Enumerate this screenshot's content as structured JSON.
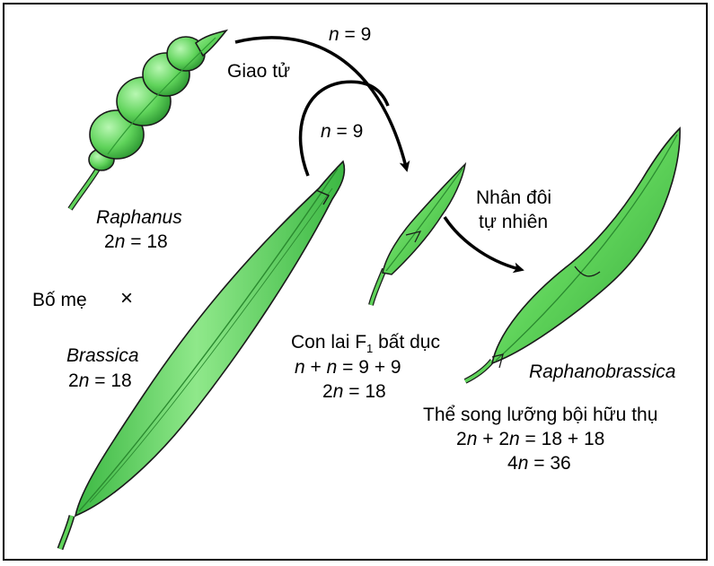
{
  "labels": {
    "gametes": "Giao tử",
    "n_top": "n = 9",
    "n_mid": "n = 9",
    "raphanus_name": "Raphanus",
    "raphanus_ploidy": "2n = 18",
    "parents": "Bố mẹ",
    "cross_symbol": "×",
    "brassica_name": "Brassica",
    "brassica_ploidy": "2n = 18",
    "hybrid_title_pre": "Con lai F",
    "hybrid_title_sub": "1",
    "hybrid_title_post": " bất dục",
    "hybrid_sum": "n + n = 9 + 9",
    "hybrid_ploidy": "2n = 18",
    "doubling_line1": "Nhân đôi",
    "doubling_line2": "tự nhiên",
    "allo_name": "Raphanobrassica",
    "allo_desc": "Thể song lưỡng bội hữu thụ",
    "allo_sum": "2n + 2n = 18 + 18",
    "allo_ploidy": "4n = 36"
  },
  "colors": {
    "pod_fill": "#5fd35a",
    "pod_light": "#9ff09a",
    "pod_dark": "#2f9a34",
    "outline": "#1a1a1a",
    "arrow": "#000000"
  }
}
